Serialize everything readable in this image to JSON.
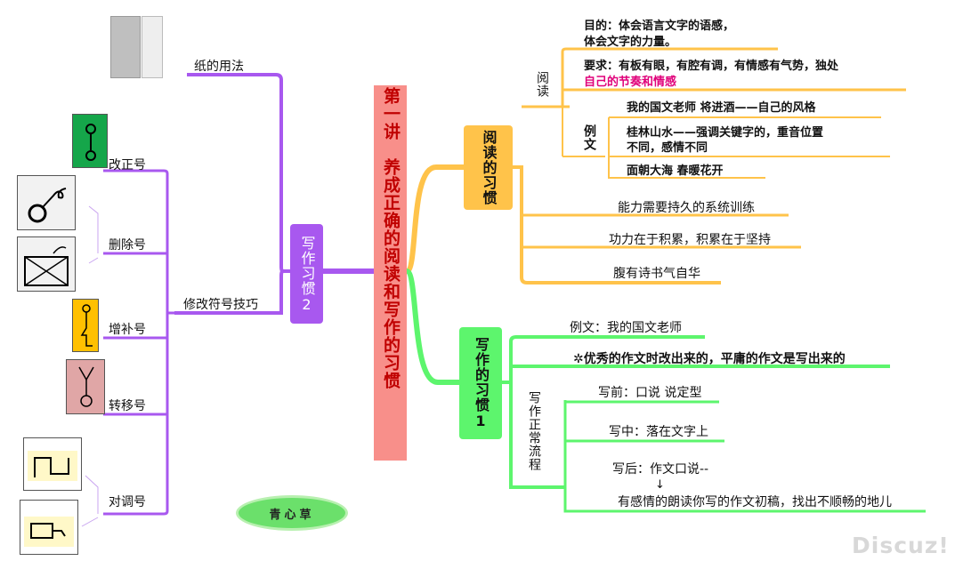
{
  "central": {
    "title": "第一讲　养成正确的阅读和写作的习惯"
  },
  "nodes": {
    "reading": "阅读的习惯",
    "writing1": "写作的习惯",
    "writing1_num": "1",
    "writing2": "写作习惯",
    "writing2_num": "2"
  },
  "reading": {
    "branch_label": "阅读",
    "purpose_line1": "目的：体会语言文字的语感，",
    "purpose_line2": "体会文字的力量。",
    "req_line1": "要求：有板有眼，有腔有调，有情感有气势，独处",
    "req_line2": "自己的节奏和情感",
    "example_label": "例文",
    "examples": [
      "我的国文老师  将进酒——自己的风格",
      "桂林山水——强调关键字的，重音位置",
      "不同，感情不同",
      "面朝大海  春暖花开"
    ],
    "items": [
      "能力需要持久的系统训练",
      "功力在于积累，积累在于坚持",
      "腹有诗书气自华"
    ]
  },
  "writing1": {
    "example": "例文：我的国文老师",
    "quote": "✲优秀的作文时改出来的，平庸的作文是写出来的",
    "process_label": "写作正常流程",
    "before": "写前：口说  说定型",
    "during": "写中：落在文字上",
    "after": "写后：作文口说--",
    "arrow": "↓",
    "after2": "有感情的朗读你写的作文初稿，找出不顺畅的地儿"
  },
  "writing2": {
    "paper": "纸的用法",
    "symbols": "修改符号技巧",
    "marks": [
      "改正号",
      "删除号",
      "增补号",
      "转移号",
      "对调号"
    ]
  },
  "logo": "青心草",
  "watermark": "Discuz!",
  "colors": {
    "orange": "#ffc34a",
    "green": "#5df56d",
    "purple": "#a858ef",
    "central": "#f88f8a",
    "magenta": "#e0007a"
  }
}
